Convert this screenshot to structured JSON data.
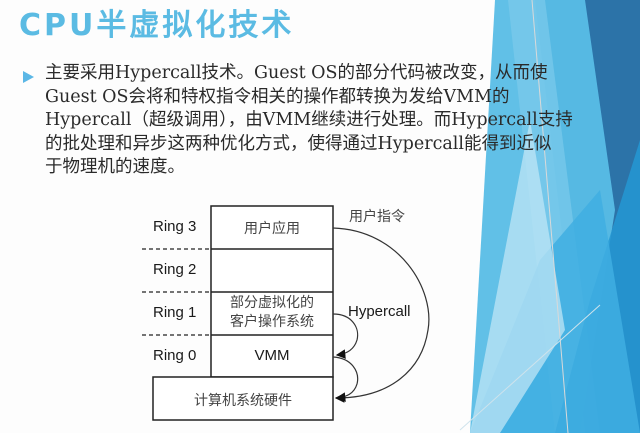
{
  "slide": {
    "title": "CPU半虚拟化技术",
    "colors": {
      "title": "#5bbbe3",
      "bullet": "#5bb7e6",
      "text": "#2a2a2a",
      "deco_light": "#a9dcf2",
      "deco_mid": "#4fb4e3",
      "deco_dark": "#2a6fa3"
    },
    "bullet": {
      "icon": "triangle-right-icon",
      "lines": [
        "主要采用Hypercall技术。Guest OS的部分代码被改变，从而使",
        "Guest OS会将和特权指令相关的操作都转换为发给VMM的",
        "Hypercall（超级调用），由VMM继续进行处理。而Hypercall支持",
        "的批处理和异步这两种优化方式，使得通过Hypercall能得到近似",
        "于物理机的速度。"
      ]
    }
  },
  "diagram": {
    "rings": [
      {
        "label": "Ring 3",
        "content": "用户应用"
      },
      {
        "label": "Ring 2",
        "content": ""
      },
      {
        "label": "Ring 1",
        "content_line1": "部分虚拟化的",
        "content_line2": "客户操作系统"
      },
      {
        "label": "Ring 0",
        "content": "VMM"
      }
    ],
    "hardware": "计算机系统硬件",
    "annotations": {
      "user_instruction": "用户指令",
      "hypercall": "Hypercall"
    }
  }
}
